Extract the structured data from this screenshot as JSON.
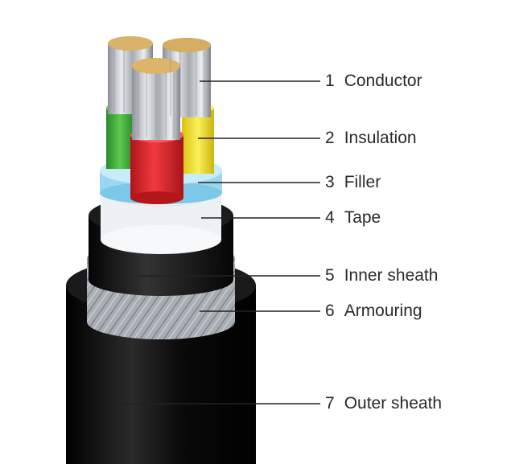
{
  "colors": {
    "outer_sheath": "#0e0e0e",
    "armour": "#9aa0a6",
    "inner_sheath": "#111111",
    "tape": "#f3f5f7",
    "filler": "#8fd3ee",
    "insulation_green": "#3fae3c",
    "insulation_red": "#e0252a",
    "insulation_yellow": "#f2df1e",
    "conductor": "#c9ccd1",
    "leader_line": "#222222"
  },
  "labels": [
    {
      "num": "1",
      "text": "Conductor"
    },
    {
      "num": "2",
      "text": "Insulation"
    },
    {
      "num": "3",
      "text": "Filler"
    },
    {
      "num": "4",
      "text": "Tape"
    },
    {
      "num": "5",
      "text": "Inner sheath"
    },
    {
      "num": "6",
      "text": "Armouring"
    },
    {
      "num": "7",
      "text": "Outer sheath"
    }
  ]
}
